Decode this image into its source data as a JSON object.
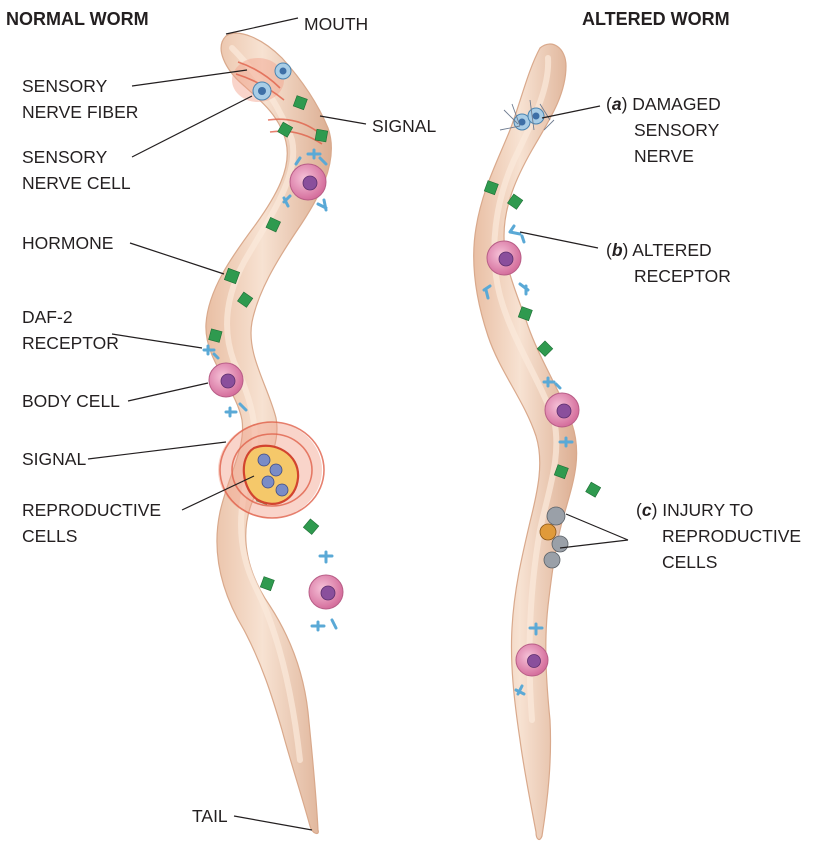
{
  "headers": {
    "left": "NORMAL WORM",
    "right": "ALTERED WORM"
  },
  "normal_labels": {
    "mouth": "MOUTH",
    "sensory_fiber_1": "SENSORY",
    "sensory_fiber_2": "NERVE FIBER",
    "sensory_cell_1": "SENSORY",
    "sensory_cell_2": "NERVE CELL",
    "signal_top": "SIGNAL",
    "hormone": "HORMONE",
    "daf2_1": "DAF-2",
    "daf2_2": "RECEPTOR",
    "body_cell": "BODY CELL",
    "signal_mid": "SIGNAL",
    "repro_1": "REPRODUCTIVE",
    "repro_2": "CELLS",
    "tail": "TAIL"
  },
  "altered_labels": {
    "a_open": "(",
    "a_letter": "a",
    "a_close": ")",
    "a_line1": " DAMAGED",
    "a_line2": "SENSORY",
    "a_line3": "NERVE",
    "b_open": "(",
    "b_letter": "b",
    "b_close": ")",
    "b_line1": " ALTERED",
    "b_line2": "RECEPTOR",
    "c_open": "(",
    "c_letter": "c",
    "c_close": ")",
    "c_line1": " INJURY TO",
    "c_line2": "REPRODUCTIVE",
    "c_line3": "CELLS"
  },
  "colors": {
    "worm": "#f3d6c0",
    "hormone": "#2f9a4f",
    "cell": "#e890b3",
    "receptor": "#5aa9d6",
    "signal_glow": "#e0604a"
  }
}
